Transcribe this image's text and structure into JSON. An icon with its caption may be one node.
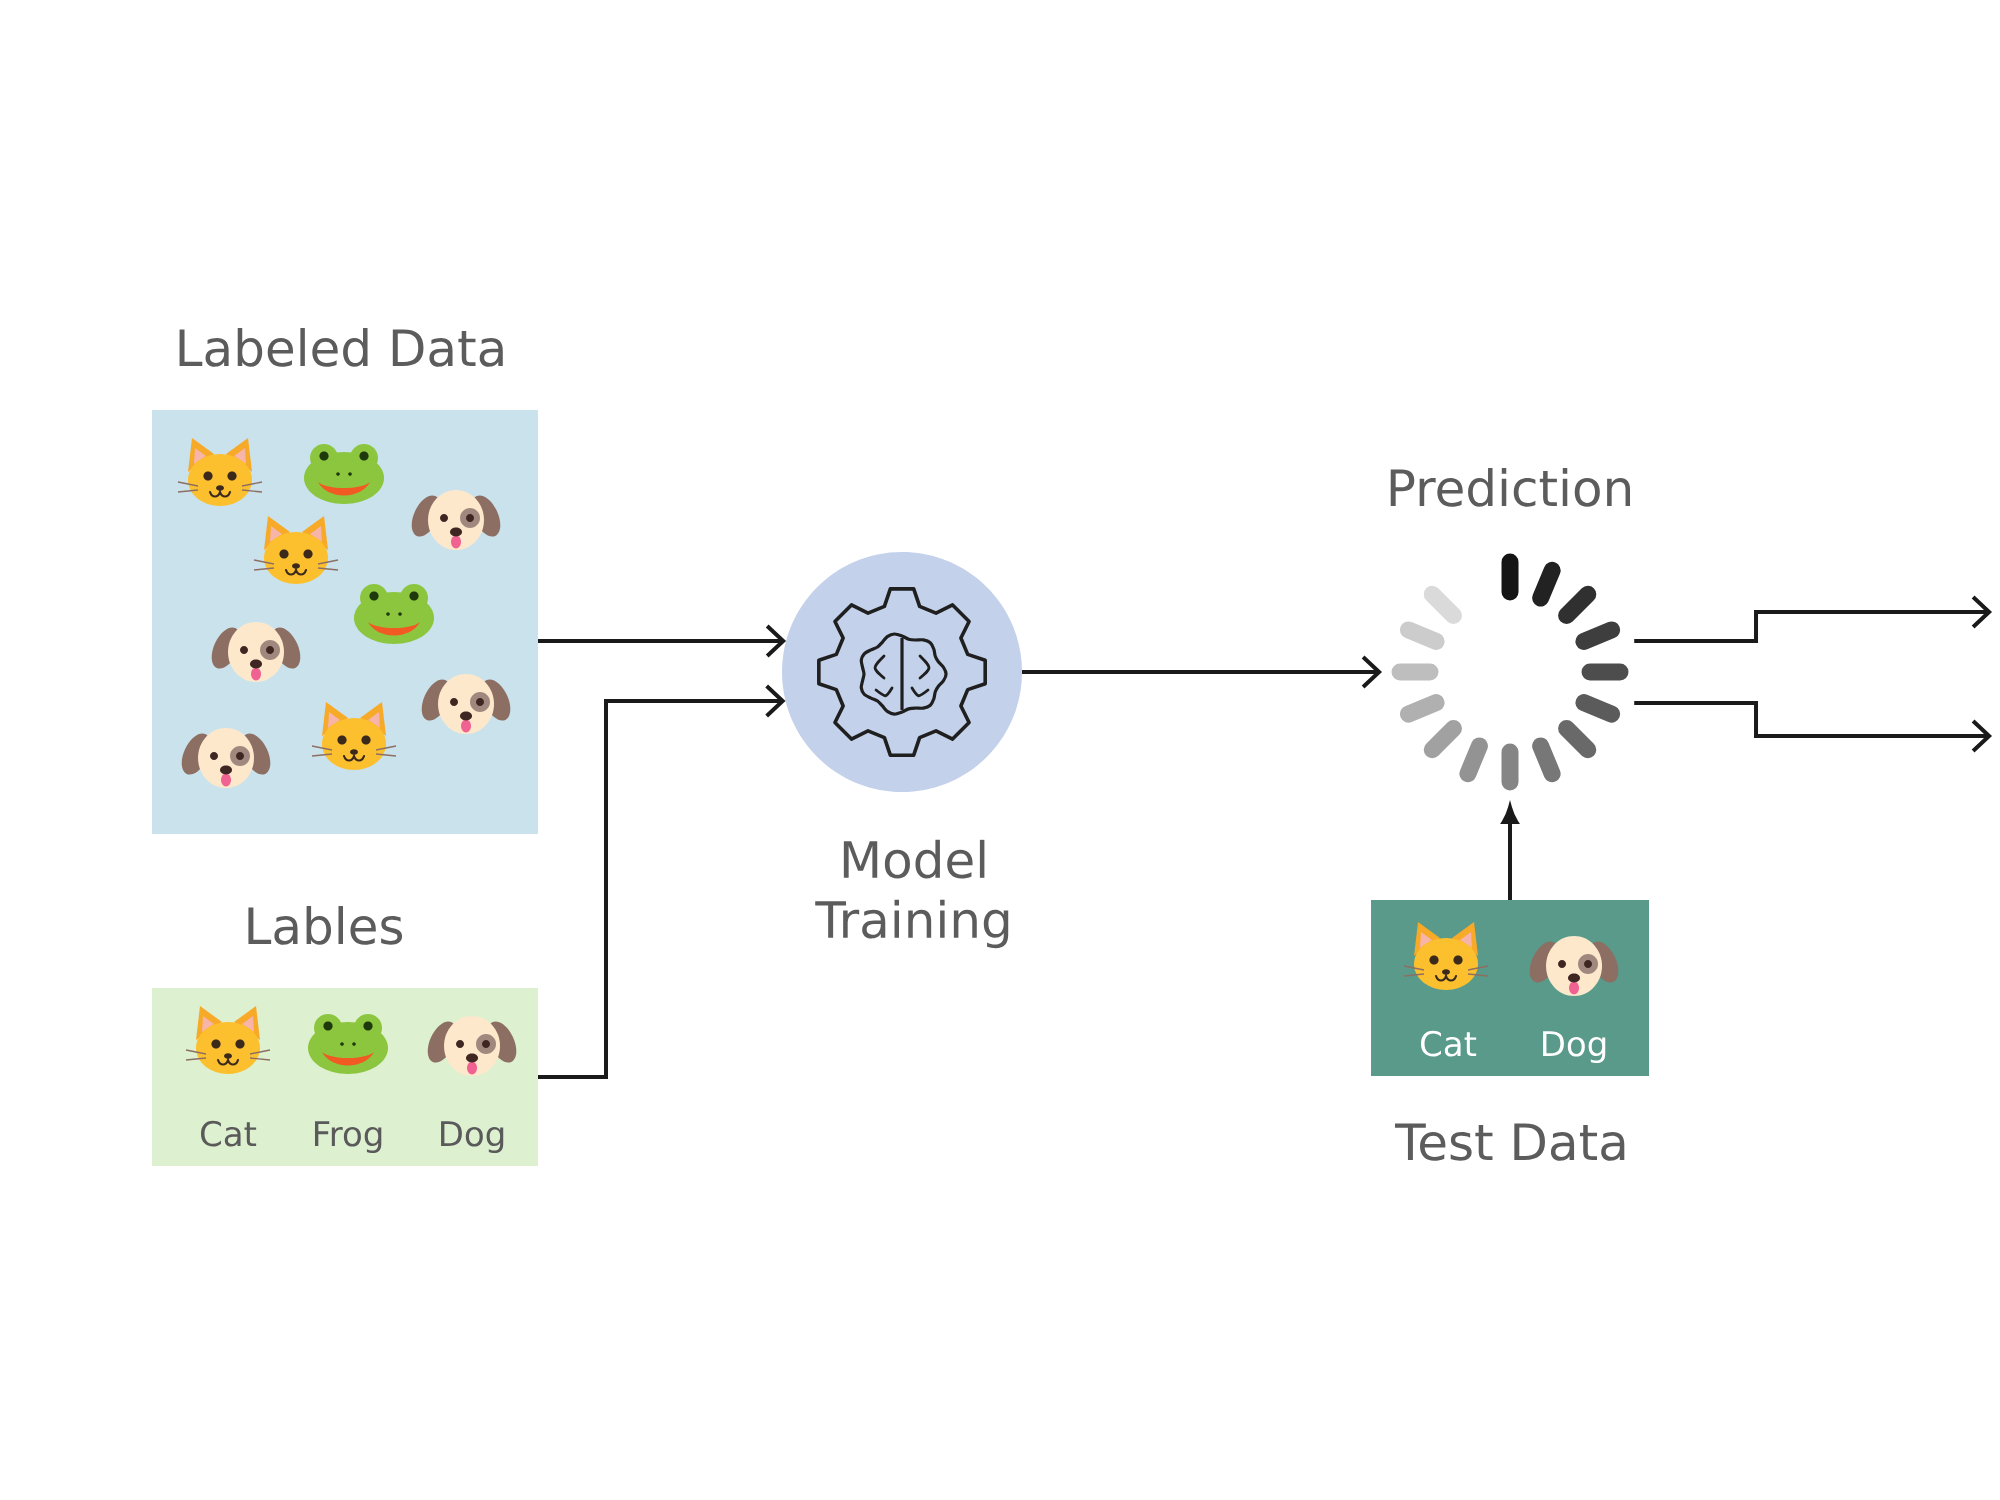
{
  "diagram": {
    "nodes": [
      {
        "text": [
          "Labeled Data"
        ]
      },
      {
        "text": [
          "Lables",
          "Cat",
          "Frog",
          "Dog"
        ]
      },
      {
        "text": [
          "Model Training"
        ]
      },
      {
        "text": [
          "Prediction"
        ]
      },
      {
        "text": [
          "Cat",
          "Dog",
          "Test Data"
        ]
      }
    ],
    "edges": [
      {
        "from": 0,
        "to": 2,
        "arrow": "to"
      },
      {
        "from": 1,
        "to": 2,
        "arrow": "to"
      },
      {
        "from": 2,
        "to": 3,
        "arrow": "to"
      },
      {
        "from": 4,
        "to": 3,
        "arrow": "to"
      },
      {
        "from": 3,
        "to": null,
        "arrow": "to"
      },
      {
        "from": 3,
        "to": null,
        "arrow": "to"
      }
    ]
  }
}
